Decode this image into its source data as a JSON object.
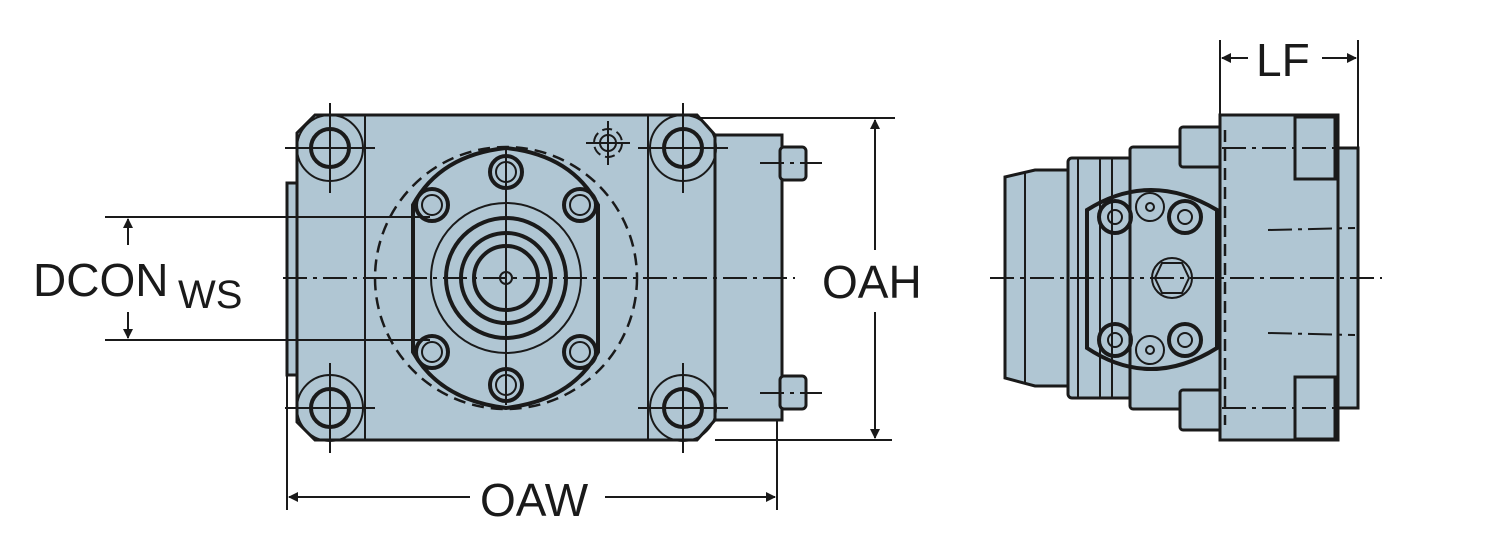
{
  "colors": {
    "body_fill": "#b0c6d3",
    "line": "#1a1a1a"
  },
  "dimensions": {
    "dcon": "DCON",
    "dcon_subscript": "WS",
    "oah": "OAH",
    "oaw": "OAW",
    "lf": "LF"
  }
}
